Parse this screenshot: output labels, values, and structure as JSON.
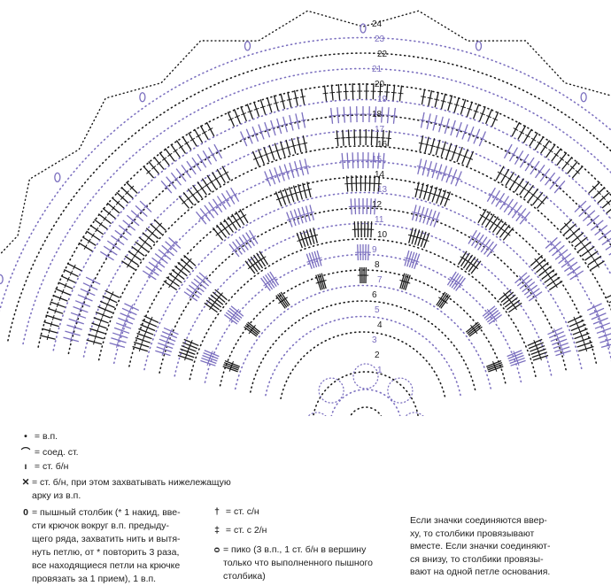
{
  "diagram": {
    "row_numbers": [
      "24",
      "23",
      "22",
      "21",
      "20",
      "19",
      "18",
      "17",
      "16",
      "15",
      "14",
      "13",
      "12",
      "11",
      "10",
      "9",
      "8",
      "7",
      "6",
      "5",
      "4",
      "3",
      "2",
      "1"
    ],
    "colors": {
      "black": "#1a1a1a",
      "purple": "#7b6fbf"
    }
  },
  "legend": {
    "ch": "= в.п.",
    "slst": "= соед. ст.",
    "sc": "= ст. б/н",
    "sc_around": "= ст. б/н, при этом захватывать нижележащую арку из в.п.",
    "puff_1": "= пышный столбик (* 1 накид, вве-",
    "puff_2": "сти крючок вокруг в.п. предыду-",
    "puff_3": "щего ряда, захватить нить и вытя-",
    "puff_4": "нуть петлю, от * повторить 3 раза,",
    "puff_5": "все находящиеся петли на крючке",
    "puff_6": "провязать за 1 прием), 1 в.п.",
    "dc": "= ст. с/н",
    "tr": "= ст. с 2/н",
    "picot_1": "= пико (3 в.п., 1 ст. б/н в вершину",
    "picot_2": "только что выполненного пышного",
    "picot_3": "столбика)"
  },
  "note": {
    "line1": "Если значки соединяются ввер-",
    "line2": "ху, то столбики провязывают",
    "line3": "вместе. Если значки соединяют-",
    "line4": "ся внизу, то столбики провязы-",
    "line5": "вают на одной петле основания."
  }
}
